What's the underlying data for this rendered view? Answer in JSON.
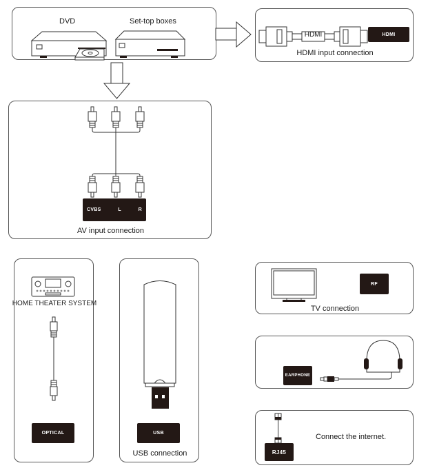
{
  "sources": {
    "dvd_label": "DVD",
    "stb_label": "Set-top boxes"
  },
  "hdmi": {
    "cable_label": "HDMI",
    "port_label": "HDMI",
    "caption": "HDMI input connection"
  },
  "av": {
    "ports": [
      "CVBS",
      "L",
      "R"
    ],
    "caption": "AV input connection"
  },
  "optical": {
    "device_label": "HOME THEATER SYSTEM",
    "port_label": "OPTICAL"
  },
  "usb": {
    "port_label": "USB",
    "caption": "USB connection"
  },
  "tv": {
    "port_label": "RF",
    "caption": "TV connection"
  },
  "earphone": {
    "port_label": "EARPHONE"
  },
  "network": {
    "port_label": "RJ45",
    "caption": "Connect the internet."
  },
  "colors": {
    "port_fill": "#231815",
    "line": "#333333",
    "border": "#555555"
  }
}
